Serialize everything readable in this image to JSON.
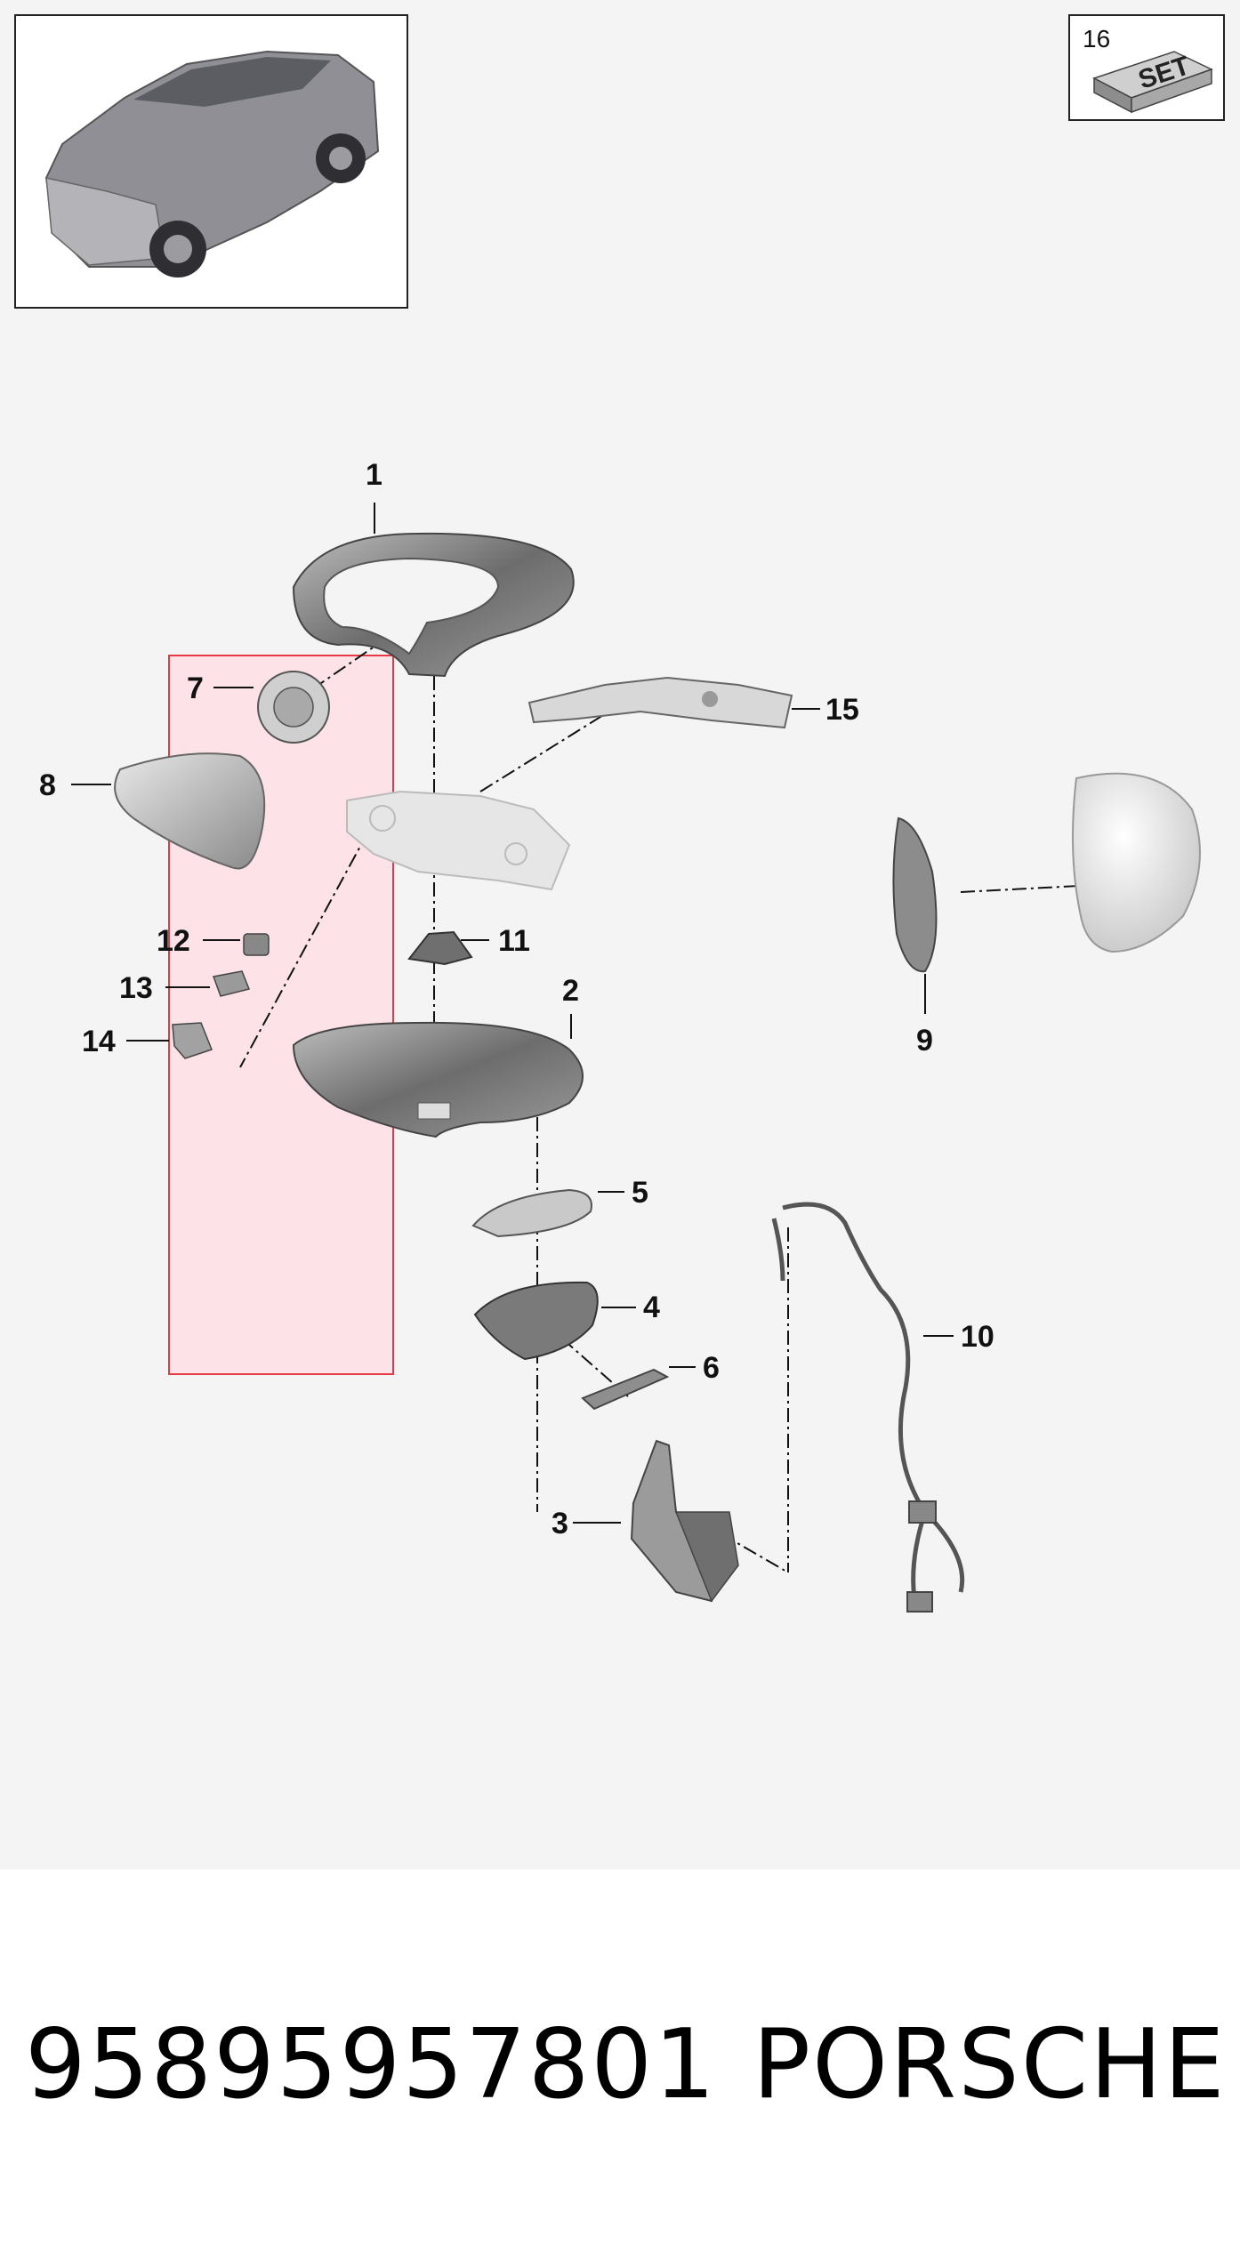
{
  "diagram": {
    "set_box": {
      "number": "16",
      "label": "SET"
    },
    "callouts": [
      {
        "id": "c1",
        "label": "1"
      },
      {
        "id": "c2",
        "label": "2"
      },
      {
        "id": "c3",
        "label": "3"
      },
      {
        "id": "c4",
        "label": "4"
      },
      {
        "id": "c5",
        "label": "5"
      },
      {
        "id": "c6",
        "label": "6"
      },
      {
        "id": "c7",
        "label": "7"
      },
      {
        "id": "c8",
        "label": "8"
      },
      {
        "id": "c9",
        "label": "9"
      },
      {
        "id": "c10",
        "label": "10"
      },
      {
        "id": "c11",
        "label": "11"
      },
      {
        "id": "c12",
        "label": "12"
      },
      {
        "id": "c13",
        "label": "13"
      },
      {
        "id": "c14",
        "label": "14"
      },
      {
        "id": "c15",
        "label": "15"
      }
    ],
    "highlight_color": "#e53945"
  },
  "footer": {
    "part_number": "95895957801",
    "brand": "PORSCHE"
  }
}
